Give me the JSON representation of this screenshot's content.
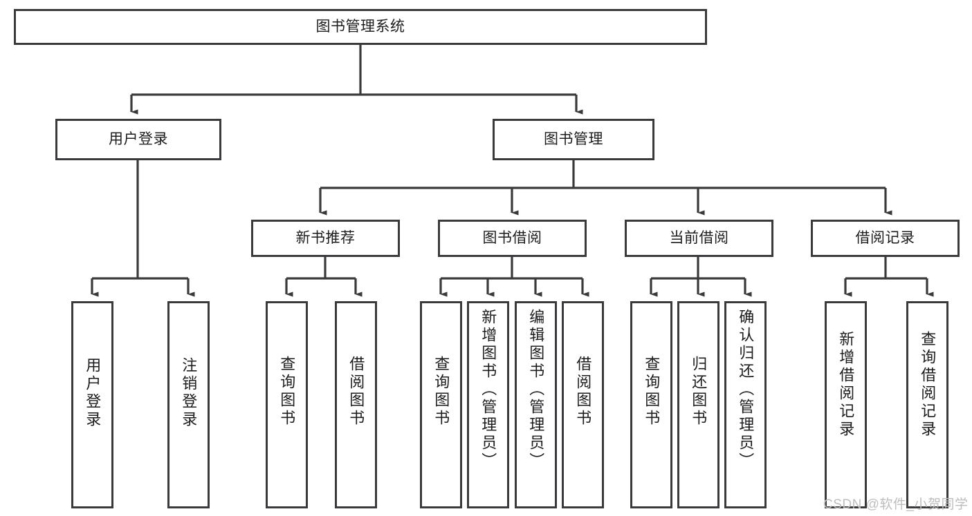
{
  "diagram": {
    "title_node": {
      "label": "图书管理系统"
    },
    "level2": [
      {
        "id": "user-login",
        "label": "用户登录"
      },
      {
        "id": "book-management",
        "label": "图书管理"
      }
    ],
    "level3": [
      {
        "id": "new-book-recommend",
        "label": "新书推荐"
      },
      {
        "id": "book-borrow",
        "label": "图书借阅"
      },
      {
        "id": "current-borrow",
        "label": "当前借阅"
      },
      {
        "id": "borrow-record",
        "label": "借阅记录"
      }
    ],
    "leaves": {
      "user_login": [
        {
          "id": "leaf-user-login",
          "label": "用户登录"
        },
        {
          "id": "leaf-logout-login",
          "label": "注销登录"
        }
      ],
      "new_book_recommend": [
        {
          "id": "leaf-query-book-1",
          "label": "查询图书"
        },
        {
          "id": "leaf-borrow-book-1",
          "label": "借阅图书"
        }
      ],
      "book_borrow": [
        {
          "id": "leaf-query-book-2",
          "label": "查询图书"
        },
        {
          "id": "leaf-add-book-admin",
          "label": "新增图书（管理员）"
        },
        {
          "id": "leaf-edit-book-admin",
          "label": "编辑图书（管理员）"
        },
        {
          "id": "leaf-borrow-book-2",
          "label": "借阅图书"
        }
      ],
      "current_borrow": [
        {
          "id": "leaf-query-book-3",
          "label": "查询图书"
        },
        {
          "id": "leaf-return-book",
          "label": "归还图书"
        },
        {
          "id": "leaf-confirm-return-admin",
          "label": "确认归还（管理员）"
        }
      ],
      "borrow_record": [
        {
          "id": "leaf-add-borrow-record",
          "label": "新增借阅记录"
        },
        {
          "id": "leaf-query-borrow-record",
          "label": "查询借阅记录"
        }
      ]
    },
    "watermark": {
      "text": "CSDN @软件_小贺同学"
    },
    "colors": {
      "stroke": "#3a3a3c",
      "background": "#ffffff",
      "text": "#1c1c1e",
      "watermark": "#bdbdbd"
    }
  }
}
